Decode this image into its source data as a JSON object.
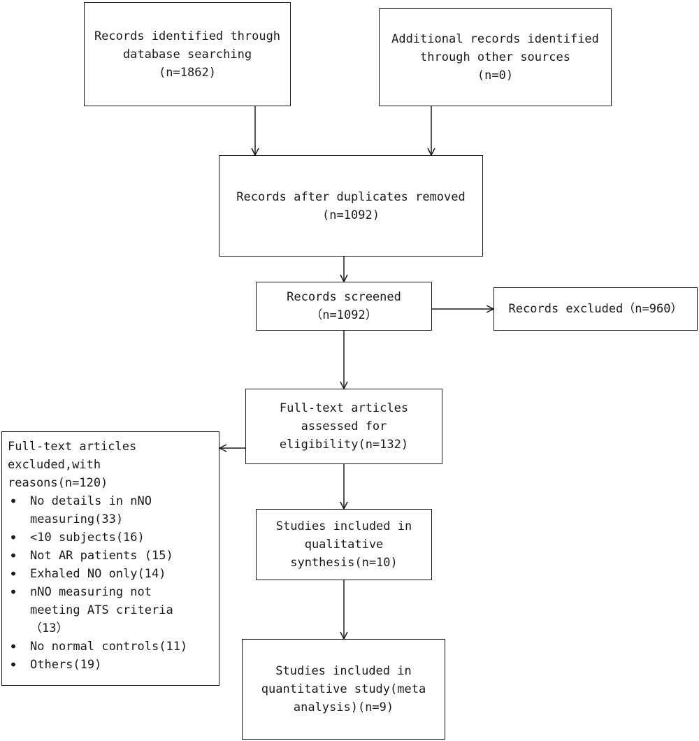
{
  "flow": {
    "identified_db": [
      "Records identified through",
      "database searching",
      "(n=1862)"
    ],
    "identified_other": [
      "Additional records identified",
      "through other sources",
      "(n=0)"
    ],
    "after_duplicates": [
      "Records after duplicates removed",
      "(n=1092)"
    ],
    "screened": [
      "Records screened",
      "（n=1092）"
    ],
    "excluded_records": [
      "Records excluded（n=960）"
    ],
    "full_text": [
      "Full-text articles",
      "assessed for",
      "eligibility(n=132)"
    ],
    "qualitative": [
      "Studies included in",
      "qualitative",
      "synthesis(n=10)"
    ],
    "quantitative": [
      "Studies included in",
      "quantitative study(meta",
      "analysis)(n=9)"
    ],
    "fulltext_excluded": {
      "heading": [
        "Full-text articles",
        "excluded,with",
        "reasons(n=120)"
      ],
      "reasons": [
        [
          "No details in nNO",
          "measuring(33)"
        ],
        [
          "<10 subjects(16)"
        ],
        [
          "Not AR patients (15)"
        ],
        [
          "Exhaled NO only(14)"
        ],
        [
          "nNO measuring not",
          "meeting ATS criteria",
          "（13）"
        ],
        [
          "No normal controls(11)"
        ],
        [
          "Others(19)"
        ]
      ]
    }
  }
}
